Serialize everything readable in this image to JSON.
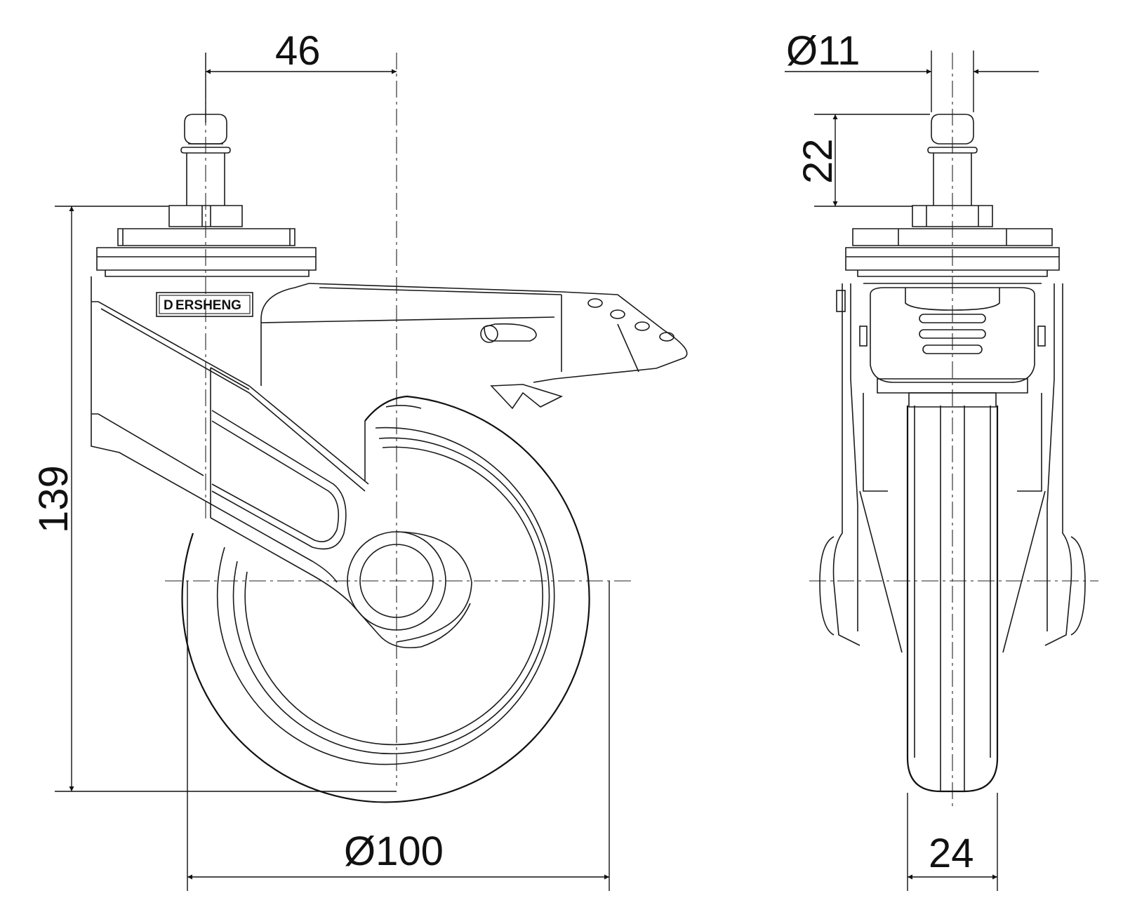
{
  "drawing": {
    "type": "technical-drawing",
    "subject": "swivel caster with brake and grip-ring stem",
    "views": [
      "side",
      "front"
    ]
  },
  "brand": {
    "logo_letter": "D",
    "label": "ERSHENG"
  },
  "dimensions": {
    "offset": "46",
    "height": "139",
    "wheel_diameter": "Ø100",
    "stem_diameter": "Ø11",
    "stem_length": "22",
    "wheel_width": "24"
  }
}
